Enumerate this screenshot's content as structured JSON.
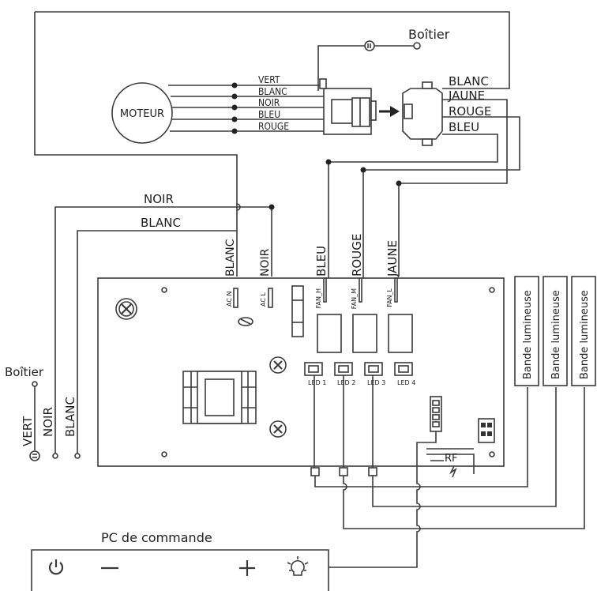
{
  "motor": {
    "label": "MOTEUR"
  },
  "motor_wires": [
    "VERT",
    "BLANC",
    "NOIR",
    "BLEU",
    "ROUGE"
  ],
  "connector_wires": [
    "BLANC",
    "JAUNE",
    "ROUGE",
    "BLEU"
  ],
  "housing_top": "Boîtier",
  "housing_left": "Boîtier",
  "mains_wires": {
    "black": "NOIR",
    "white": "BLANC"
  },
  "board_vertical": {
    "white": "BLANC",
    "black": "NOIR",
    "blue": "BLEU",
    "red": "ROUGE",
    "yellow": "JAUNE"
  },
  "left_vertical": {
    "green": "VERT",
    "black": "NOIR",
    "white": "BLANC"
  },
  "board_labels": {
    "acn": "AC N",
    "acl": "AC L",
    "fanh": "FAN_H",
    "fanm": "FAN_M",
    "fanl": "FAN_L",
    "led1": "LED 1",
    "led2": "LED 2",
    "led3": "LED 3",
    "led4": "LED 4",
    "rf": "RF"
  },
  "led_strips": [
    "Bande lumineuse",
    "Bande lumineuse",
    "Bande lumineuse"
  ],
  "control": {
    "label": "PC de commande",
    "icons": [
      "power-icon",
      "minus-icon",
      "plus-icon",
      "light-icon"
    ]
  }
}
